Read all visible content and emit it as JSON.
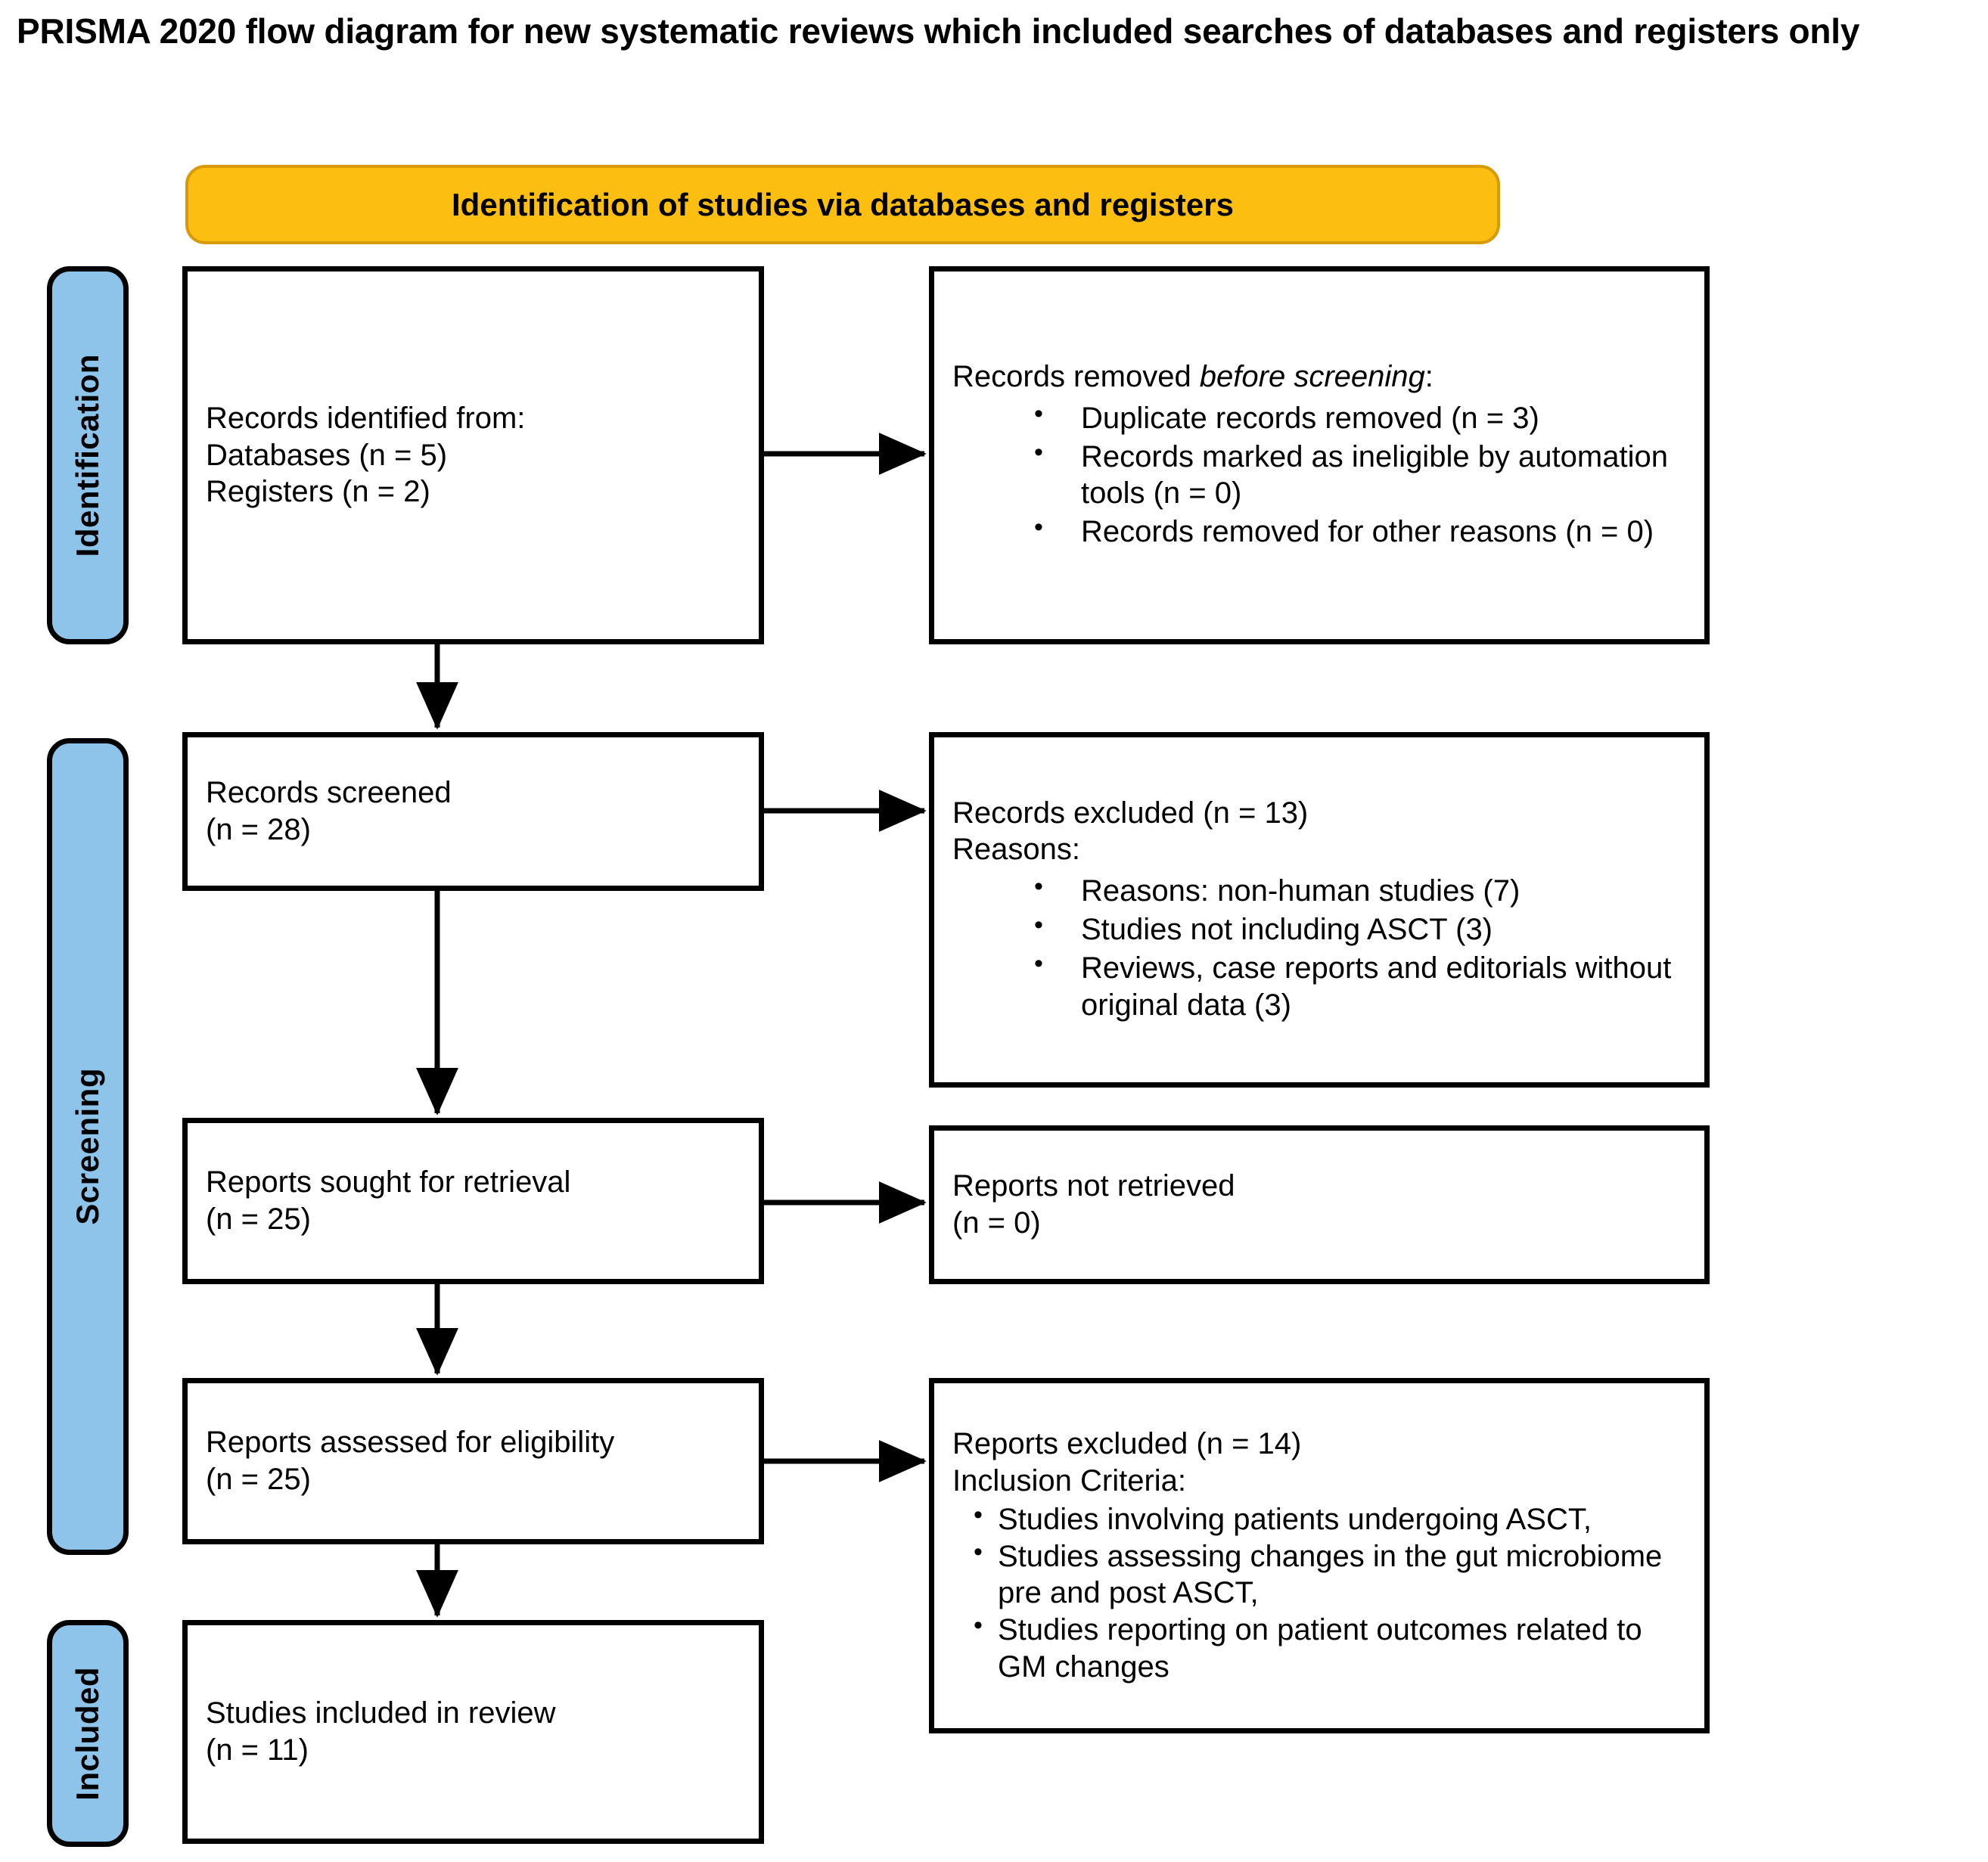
{
  "title": "PRISMA 2020 flow diagram for new systematic reviews which included searches of databases and registers only",
  "colors": {
    "banner_fill": "#FBBE11",
    "banner_border": "#D79B0A",
    "stage_fill": "#8FC4EA",
    "box_border": "#000000",
    "text": "#000000"
  },
  "banner": {
    "label": "Identification of studies via databases and registers"
  },
  "stages": [
    {
      "id": "identification",
      "label": "Identification"
    },
    {
      "id": "screening",
      "label": "Screening"
    },
    {
      "id": "included",
      "label": "Included"
    }
  ],
  "boxes": {
    "records_identified": {
      "lines": [
        "Records identified from:",
        "Databases (n = 5)",
        "Registers (n = 2)"
      ]
    },
    "records_removed": {
      "heading_plain": "Records removed ",
      "heading_italic": "before screening",
      "heading_tail": ":",
      "bullets": [
        "Duplicate records removed  (n = 3)",
        "Records marked as ineligible by automation tools (n = 0)",
        "Records removed for other reasons (n = 0)"
      ]
    },
    "records_screened": {
      "lines": [
        "Records screened",
        "(n = 28)"
      ]
    },
    "records_excluded": {
      "lines": [
        "Records excluded (n = 13)",
        "Reasons:"
      ],
      "bullets": [
        "Reasons: non-human studies (7)",
        "Studies not including ASCT (3)",
        "Reviews, case reports and editorials without original data (3)"
      ]
    },
    "reports_sought": {
      "lines": [
        "Reports sought for retrieval",
        "(n = 25)"
      ]
    },
    "reports_not_retrieved": {
      "lines": [
        "Reports not retrieved",
        "(n = 0)"
      ]
    },
    "reports_assessed": {
      "lines": [
        "Reports assessed for eligibility",
        "(n = 25)"
      ]
    },
    "reports_excluded": {
      "lines": [
        "Reports excluded (n = 14)",
        "Inclusion Criteria:"
      ],
      "bullets": [
        "Studies involving patients undergoing ASCT,",
        "Studies assessing changes in the gut microbiome pre and post ASCT,",
        "Studies reporting on patient outcomes related to GM changes"
      ]
    },
    "studies_included": {
      "lines": [
        "Studies included in review",
        "(n = 11)"
      ]
    }
  }
}
